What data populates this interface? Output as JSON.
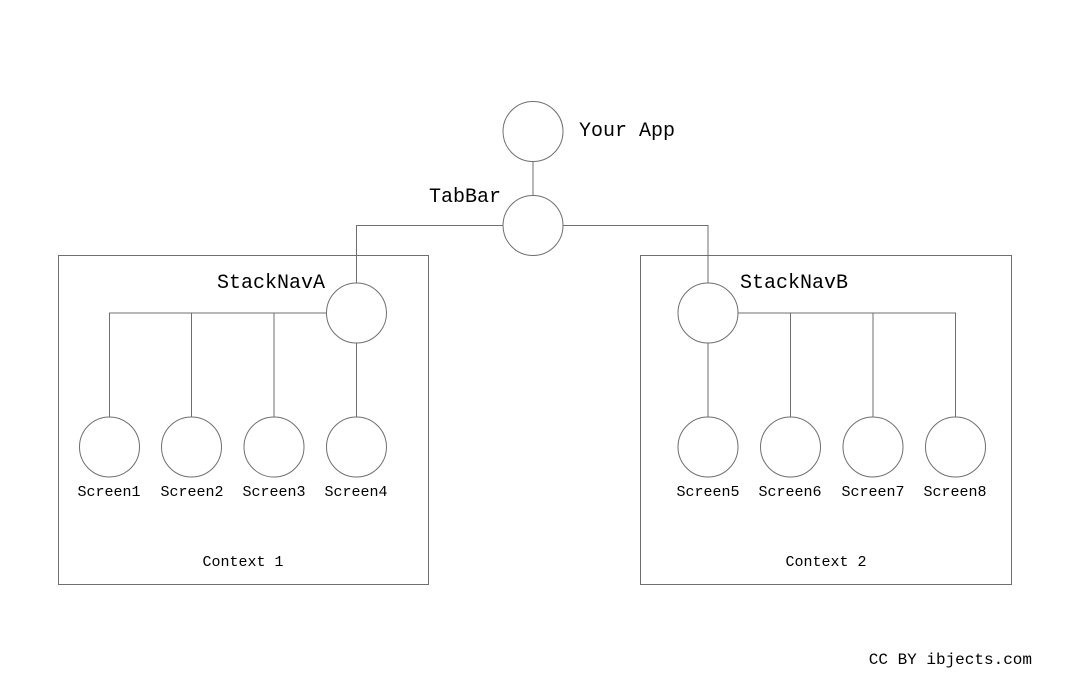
{
  "page": {
    "background_color": "#ffffff",
    "text_color": "#000000",
    "stroke_color": "#6f6f6f"
  },
  "diagram": {
    "root": {
      "label": "Your App"
    },
    "tabbar": {
      "label": "TabBar"
    },
    "left": {
      "nav_label": "StackNavA",
      "context_label": "Context 1",
      "screens": [
        "Screen1",
        "Screen2",
        "Screen3",
        "Screen4"
      ]
    },
    "right": {
      "nav_label": "StackNavB",
      "context_label": "Context 2",
      "screens": [
        "Screen5",
        "Screen6",
        "Screen7",
        "Screen8"
      ]
    },
    "footer": "CC BY ibjects.com"
  }
}
